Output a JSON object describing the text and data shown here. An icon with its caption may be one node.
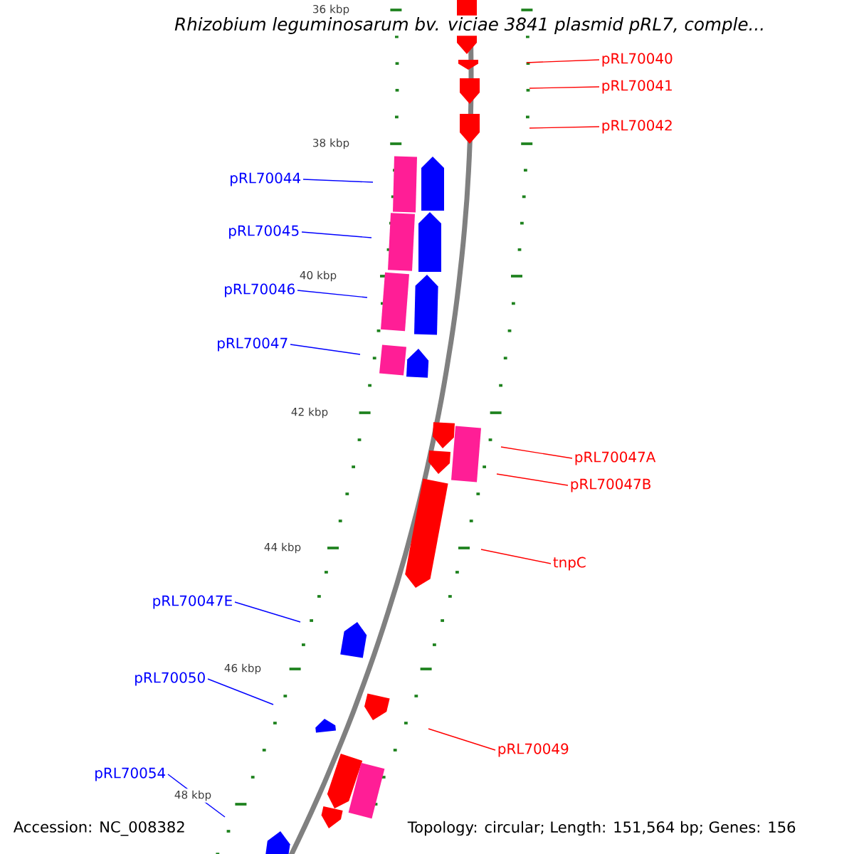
{
  "diagram": {
    "title": "Rhizobium leguminosarum bv. viciae 3841 plasmid pRL7, comple...",
    "nodes": [
      {
        "text": [
          "pRL70040"
        ]
      },
      {
        "text": [
          "pRL70041"
        ]
      },
      {
        "text": [
          "pRL70042"
        ]
      },
      {
        "text": [
          "pRL70044"
        ]
      },
      {
        "text": [
          "pRL70045"
        ]
      },
      {
        "text": [
          "pRL70046"
        ]
      },
      {
        "text": [
          "pRL70047"
        ]
      },
      {
        "text": [
          "pRL70047A"
        ]
      },
      {
        "text": [
          "pRL70047B"
        ]
      },
      {
        "text": [
          "tnpC"
        ]
      },
      {
        "text": [
          "pRL70047E"
        ]
      },
      {
        "text": [
          "pRL70050"
        ]
      },
      {
        "text": [
          "pRL70049"
        ]
      },
      {
        "text": [
          "pRL70054"
        ]
      }
    ],
    "edges": [
      {
        "from": 0,
        "to": null,
        "arrow": "none",
        "color": "#ff0000"
      },
      {
        "from": 1,
        "to": null,
        "arrow": "none",
        "color": "#ff0000"
      },
      {
        "from": 2,
        "to": null,
        "arrow": "none",
        "color": "#ff0000"
      },
      {
        "from": 3,
        "to": null,
        "arrow": "none",
        "color": "#0000ff"
      },
      {
        "from": 4,
        "to": null,
        "arrow": "none",
        "color": "#0000ff"
      },
      {
        "from": 5,
        "to": null,
        "arrow": "none",
        "color": "#0000ff"
      },
      {
        "from": 6,
        "to": null,
        "arrow": "none",
        "color": "#0000ff"
      },
      {
        "from": 7,
        "to": null,
        "arrow": "none",
        "color": "#ff0000"
      },
      {
        "from": 8,
        "to": null,
        "arrow": "none",
        "color": "#ff0000"
      },
      {
        "from": 9,
        "to": null,
        "arrow": "none",
        "color": "#ff0000"
      },
      {
        "from": 10,
        "to": null,
        "arrow": "none",
        "color": "#0000ff"
      },
      {
        "from": 11,
        "to": null,
        "arrow": "none",
        "color": "#0000ff"
      },
      {
        "from": 12,
        "to": null,
        "arrow": "none",
        "color": "#ff0000"
      },
      {
        "from": 13,
        "to": null,
        "arrow": "none",
        "color": "#0000ff"
      }
    ],
    "labels": [
      "36 kbp",
      "38 kbp",
      "40 kbp",
      "42 kbp",
      "44 kbp",
      "46 kbp",
      "48 kbp",
      "Accession: NC_008382",
      "Topology: circular; Length: 151,564 bp; Genes: 156"
    ]
  }
}
